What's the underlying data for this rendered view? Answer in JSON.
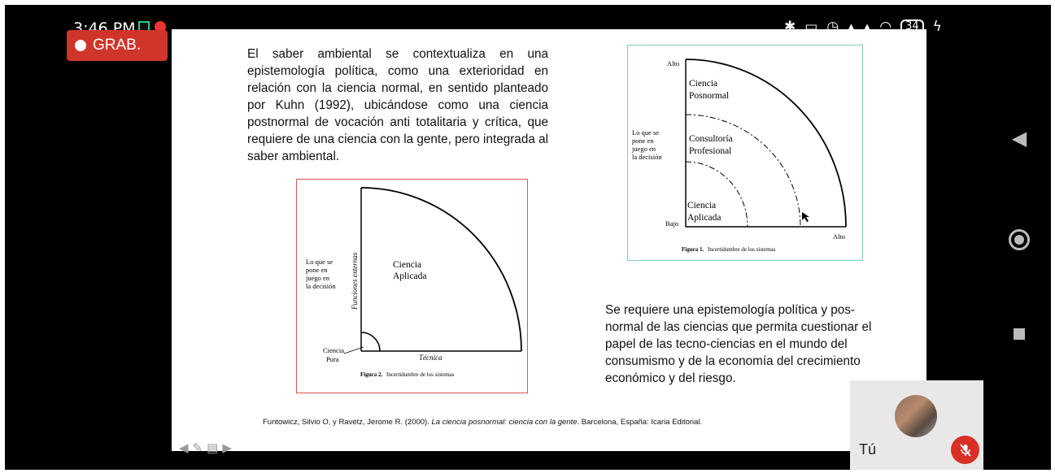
{
  "status_bar": {
    "time": "3:46 PM",
    "battery": "34",
    "recording_label": "GRAB."
  },
  "slide": {
    "paragraph_1": "El saber ambiental se contextualiza en una epistemología política, como una exterioridad en relación con la ciencia normal, en sentido planteado por Kuhn (1992), ubicándose como una ciencia postnormal de vocación anti totalitaria y crítica, que requiere de una ciencia con la gente, pero integrada al saber ambiental.",
    "paragraph_2": "Se requiere una epistemología política y pos-normal de las ciencias que permita cuestionar el papel de las tecno-ciencias en el mundo del consumismo y de la economía del crecimiento económico y del riesgo.",
    "figure_1": {
      "y_top": "Alto",
      "y_bottom": "Bajo",
      "x_right": "Alto",
      "y_label": [
        "Lo que se",
        "pone en",
        "juego en",
        "la decisión"
      ],
      "zone_outer": [
        "Ciencia",
        "Posnormal"
      ],
      "zone_middle": [
        "Consultoría",
        "Profesional"
      ],
      "zone_inner": [
        "Ciencia",
        "Aplicada"
      ],
      "caption_bold": "Figura 1.",
      "caption_text": "Incertidumbre de los sistemas"
    },
    "figure_2": {
      "y_label": [
        "Lo que se",
        "pone en",
        "juego en",
        "la decisión"
      ],
      "y_axis_title": "Funciones externas",
      "zone": [
        "Ciencia",
        "Aplicada"
      ],
      "corner": [
        "Ciencia",
        "Pura"
      ],
      "x_axis_title": "Técnica",
      "caption_bold": "Figura 2.",
      "caption_text": "Incertidumbre de los sistemas"
    },
    "reference": {
      "authors": "Funtowicz, Silvio O, y Ravetz, Jerome R. (2000). ",
      "title": "La ciencia posnormal: ciencia con la gente",
      "rest": ". Barcelona, España: Icaria Editorial."
    }
  },
  "self_view": {
    "label": "Tú",
    "mic_state": "muted"
  },
  "icons": [
    "recording-dot-icon",
    "bluetooth-icon",
    "alarm-icon",
    "signal-icon",
    "wifi-icon",
    "battery-icon",
    "back-icon",
    "home-icon",
    "recents-icon",
    "mic-off-icon",
    "arrow-left-icon",
    "pen-icon",
    "slides-icon",
    "arrow-right-icon"
  ]
}
